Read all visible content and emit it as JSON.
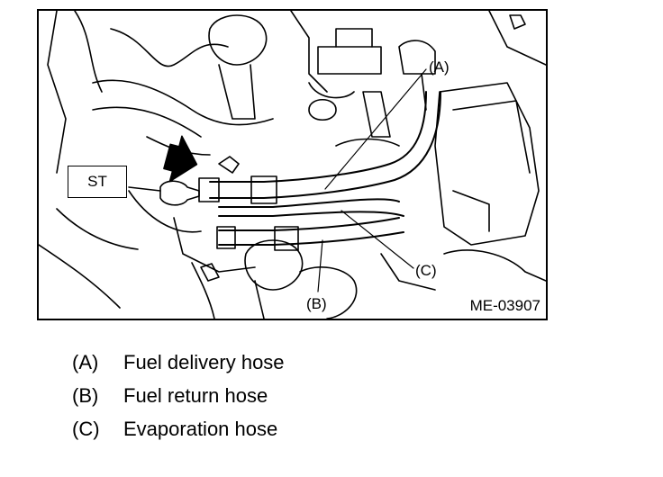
{
  "figure": {
    "code": "ME-03907",
    "tool_label": "ST",
    "callouts": {
      "a": "(A)",
      "b": "(B)",
      "c": "(C)"
    }
  },
  "legend": [
    {
      "key": "(A)",
      "text": "Fuel delivery hose"
    },
    {
      "key": "(B)",
      "text": "Fuel return hose"
    },
    {
      "key": "(C)",
      "text": "Evaporation hose"
    }
  ]
}
